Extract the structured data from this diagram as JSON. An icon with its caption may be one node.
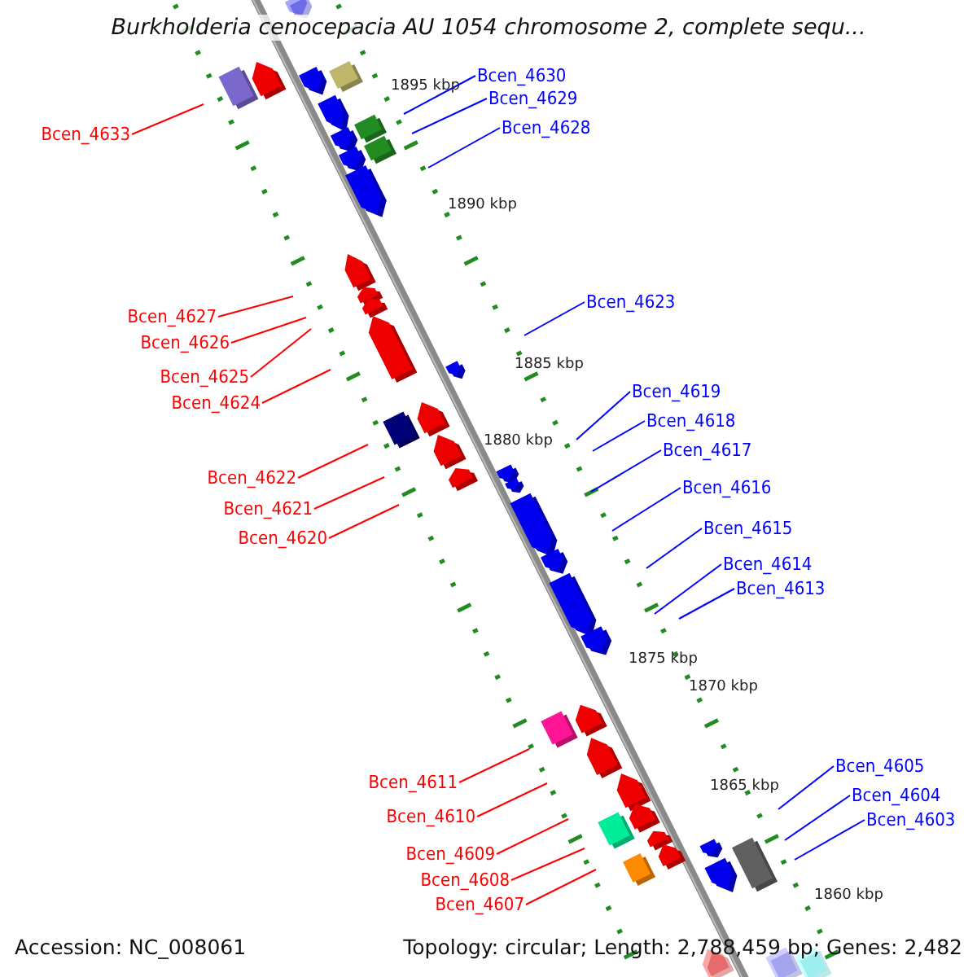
{
  "diagram": {
    "title": "Burkholderia cenocepacia AU 1054 chromosome 2, complete sequ...",
    "nodes": [
      {
        "text": [
          "Bcen_4630"
        ]
      },
      {
        "text": [
          "Bcen_4629"
        ]
      },
      {
        "text": [
          "Bcen_4628"
        ]
      },
      {
        "text": [
          "Bcen_4633"
        ]
      },
      {
        "text": [
          "Bcen_4623"
        ]
      },
      {
        "text": [
          "Bcen_4627"
        ]
      },
      {
        "text": [
          "Bcen_4626"
        ]
      },
      {
        "text": [
          "Bcen_4625"
        ]
      },
      {
        "text": [
          "Bcen_4619"
        ]
      },
      {
        "text": [
          "Bcen_4624"
        ]
      },
      {
        "text": [
          "Bcen_4618"
        ]
      },
      {
        "text": [
          "Bcen_4617"
        ]
      },
      {
        "text": [
          "Bcen_4622"
        ]
      },
      {
        "text": [
          "Bcen_4616"
        ]
      },
      {
        "text": [
          "Bcen_4621"
        ]
      },
      {
        "text": [
          "Bcen_4615"
        ]
      },
      {
        "text": [
          "Bcen_4620"
        ]
      },
      {
        "text": [
          "Bcen_4614"
        ]
      },
      {
        "text": [
          "Bcen_4613"
        ]
      },
      {
        "text": [
          "Bcen_4605"
        ]
      },
      {
        "text": [
          "Bcen_4611"
        ]
      },
      {
        "text": [
          "Bcen_4604"
        ]
      },
      {
        "text": [
          "Bcen_4610"
        ]
      },
      {
        "text": [
          "Bcen_4603"
        ]
      },
      {
        "text": [
          "Bcen_4609"
        ]
      },
      {
        "text": [
          "Bcen_4608"
        ]
      },
      {
        "text": [
          "Bcen_4607"
        ]
      }
    ],
    "edges": [
      {
        "from": 0,
        "to": null,
        "arrow": "none",
        "color": "#0000ff"
      },
      {
        "from": 1,
        "to": null,
        "arrow": "none",
        "color": "#0000ff"
      },
      {
        "from": 2,
        "to": null,
        "arrow": "none",
        "color": "#0000ff"
      },
      {
        "from": 3,
        "to": null,
        "arrow": "none",
        "color": "#ff0000"
      },
      {
        "from": 4,
        "to": null,
        "arrow": "none",
        "color": "#0000ff"
      },
      {
        "from": 5,
        "to": null,
        "arrow": "none",
        "color": "#ff0000"
      },
      {
        "from": 6,
        "to": null,
        "arrow": "none",
        "color": "#ff0000"
      },
      {
        "from": 7,
        "to": null,
        "arrow": "none",
        "color": "#ff0000"
      },
      {
        "from": 8,
        "to": null,
        "arrow": "none",
        "color": "#0000ff"
      },
      {
        "from": 9,
        "to": null,
        "arrow": "none",
        "color": "#ff0000"
      },
      {
        "from": 10,
        "to": null,
        "arrow": "none",
        "color": "#0000ff"
      },
      {
        "from": 11,
        "to": null,
        "arrow": "none",
        "color": "#0000ff"
      },
      {
        "from": 12,
        "to": null,
        "arrow": "none",
        "color": "#ff0000"
      },
      {
        "from": 13,
        "to": null,
        "arrow": "none",
        "color": "#0000ff"
      },
      {
        "from": 14,
        "to": null,
        "arrow": "none",
        "color": "#ff0000"
      },
      {
        "from": 15,
        "to": null,
        "arrow": "none",
        "color": "#0000ff"
      },
      {
        "from": 16,
        "to": null,
        "arrow": "none",
        "color": "#ff0000"
      },
      {
        "from": 17,
        "to": null,
        "arrow": "none",
        "color": "#0000ff"
      },
      {
        "from": 18,
        "to": null,
        "arrow": "none",
        "color": "#0000ff"
      },
      {
        "from": 19,
        "to": null,
        "arrow": "none",
        "color": "#0000ff"
      },
      {
        "from": 20,
        "to": null,
        "arrow": "none",
        "color": "#ff0000"
      },
      {
        "from": 21,
        "to": null,
        "arrow": "none",
        "color": "#0000ff"
      },
      {
        "from": 22,
        "to": null,
        "arrow": "none",
        "color": "#ff0000"
      },
      {
        "from": 23,
        "to": null,
        "arrow": "none",
        "color": "#0000ff"
      },
      {
        "from": 24,
        "to": null,
        "arrow": "none",
        "color": "#ff0000"
      },
      {
        "from": 25,
        "to": null,
        "arrow": "none",
        "color": "#ff0000"
      },
      {
        "from": 26,
        "to": null,
        "arrow": "none",
        "color": "#ff0000"
      }
    ],
    "labels": [
      "1895 kbp",
      "1890 kbp",
      "1885 kbp",
      "1880 kbp",
      "1875 kbp",
      "1870 kbp",
      "1865 kbp",
      "1860 kbp",
      "Accession: NC_008061",
      "Topology: circular; Length: 2,788,459 bp; Genes: 2,482"
    ]
  }
}
